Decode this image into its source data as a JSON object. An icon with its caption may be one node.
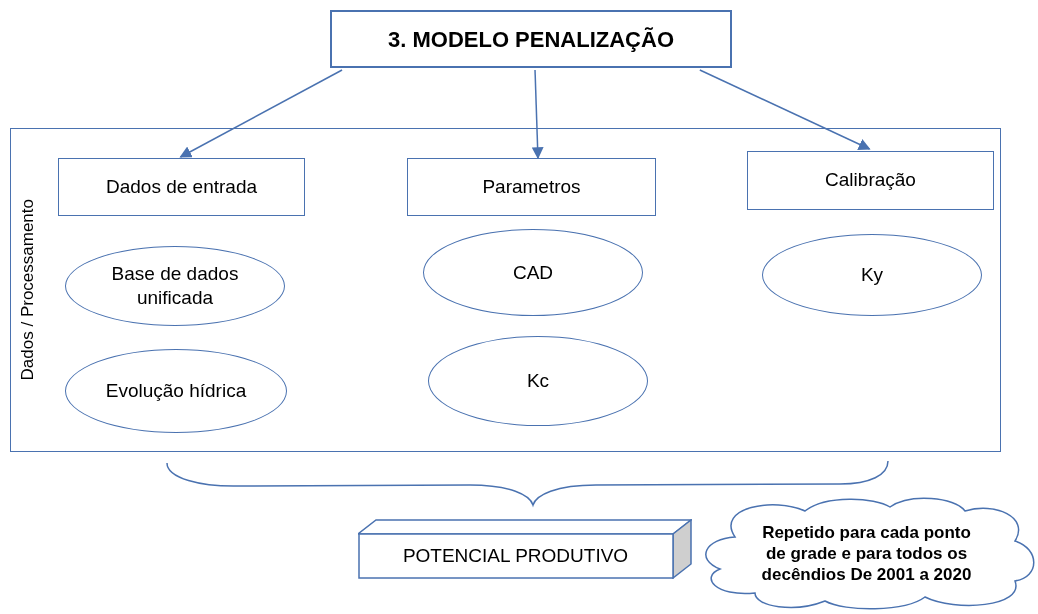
{
  "diagram": {
    "nodes": [
      {
        "text": [
          "3. MODELO PENALIZAÇÃO"
        ]
      },
      {
        "text": [
          "Dados / Processamento"
        ]
      },
      {
        "text": [
          "Dados de entrada"
        ],
        "in": 1
      },
      {
        "text": [
          "Parametros"
        ],
        "in": 1
      },
      {
        "text": [
          "Calibração"
        ],
        "in": 1
      },
      {
        "text": [
          "Base de dados unificada"
        ],
        "in": 1
      },
      {
        "text": [
          "CAD"
        ],
        "in": 1
      },
      {
        "text": [
          "Ky"
        ],
        "in": 1
      },
      {
        "text": [
          "Evolução hídrica"
        ],
        "in": 1
      },
      {
        "text": [
          "Kc"
        ],
        "in": 1
      },
      {
        "text": [
          "POTENCIAL PRODUTIVO"
        ]
      },
      {
        "text": [
          "Repetido para cada ponto de  grade e para todos os decêndios De 2001 a 2020"
        ]
      }
    ],
    "edges": [
      {
        "from": 0,
        "to": 2,
        "arrow": "to"
      },
      {
        "from": 0,
        "to": 3,
        "arrow": "to"
      },
      {
        "from": 0,
        "to": 4,
        "arrow": "to"
      }
    ]
  }
}
